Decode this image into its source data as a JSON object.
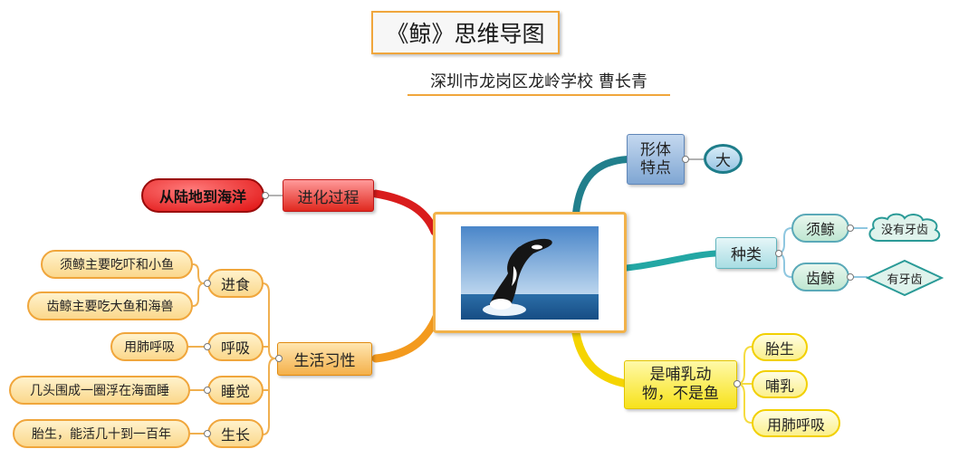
{
  "title": "《鲸》思维导图",
  "author": "深圳市龙岗区龙岭学校  曹长青",
  "center": {
    "image": "orca-breaching-photo"
  },
  "branches": {
    "evolution": {
      "label": "进化过程",
      "leaf": "从陆地到海洋"
    },
    "habits": {
      "label": "生活习性",
      "eat": {
        "label": "进食",
        "items": [
          "须鲸主要吃吓和小鱼",
          "齿鲸主要吃大鱼和海兽"
        ]
      },
      "breathe": {
        "label": "呼吸",
        "item": "用肺呼吸"
      },
      "sleep": {
        "label": "睡觉",
        "item": "几头围成一圈浮在海面睡"
      },
      "grow": {
        "label": "生长",
        "item": "胎生，能活几十到一百年"
      }
    },
    "shape": {
      "label": "形体特点",
      "leaf": "大"
    },
    "types": {
      "label": "种类",
      "baleen": {
        "label": "须鲸",
        "leaf": "没有牙齿"
      },
      "toothed": {
        "label": "齿鲸",
        "leaf": "有牙齿"
      }
    },
    "mammal": {
      "label": "是哺乳动物，不是鱼",
      "items": [
        "胎生",
        "哺乳",
        "用肺呼吸"
      ]
    }
  },
  "colors": {
    "evolution": "#d91c1c",
    "habits": "#f39a1e",
    "shape": "#217f8c",
    "types": "#23a7a4",
    "mammal": "#f5d400",
    "accent": "#f0a63c"
  }
}
